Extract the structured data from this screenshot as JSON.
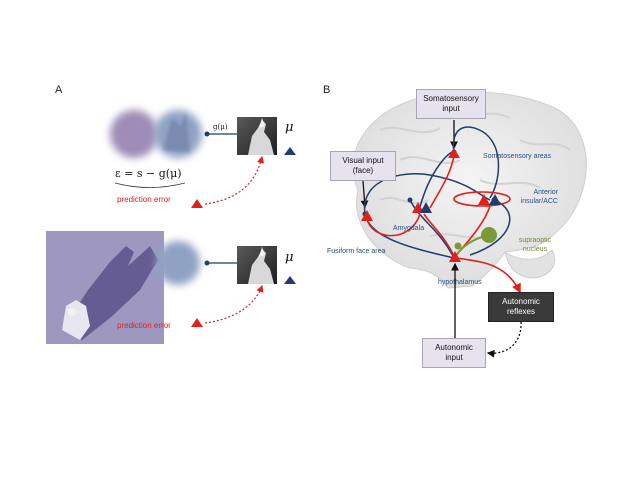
{
  "panel_a": {
    "letter": "A",
    "g_mu": "g(μ)",
    "mu_top": "μ",
    "mu_bottom": "μ",
    "equation": "ε = s − g(μ)",
    "prediction_error_top": "prediction error",
    "prediction_error_bottom": "prediction error"
  },
  "panel_b": {
    "letter": "B",
    "somatosensory_input": "Somatosensory input",
    "visual_input": "Visual input (face)",
    "autonomic_reflexes": "Autonomic reflexes",
    "autonomic_input": "Autonomic input",
    "somatosensory_areas": "Somatosensory areas",
    "anterior_insular": "Anterior insular/ACC",
    "amygdala": "Amygdala",
    "fusiform_face_area": "Fusiform face area",
    "supraoptic_nucleus": "supraoptic nucleus",
    "hypothalamus": "hypothalamus"
  },
  "colors": {
    "prediction": "#1f3d6e",
    "error": "#e0201b",
    "supraoptic": "#7a9a3a",
    "box_fill": "#e6e2ee"
  },
  "icons": [
    "wolf-howl-photo",
    "cat-shadow-photo",
    "blurred-percept-circles",
    "triangle-unit-icon"
  ]
}
